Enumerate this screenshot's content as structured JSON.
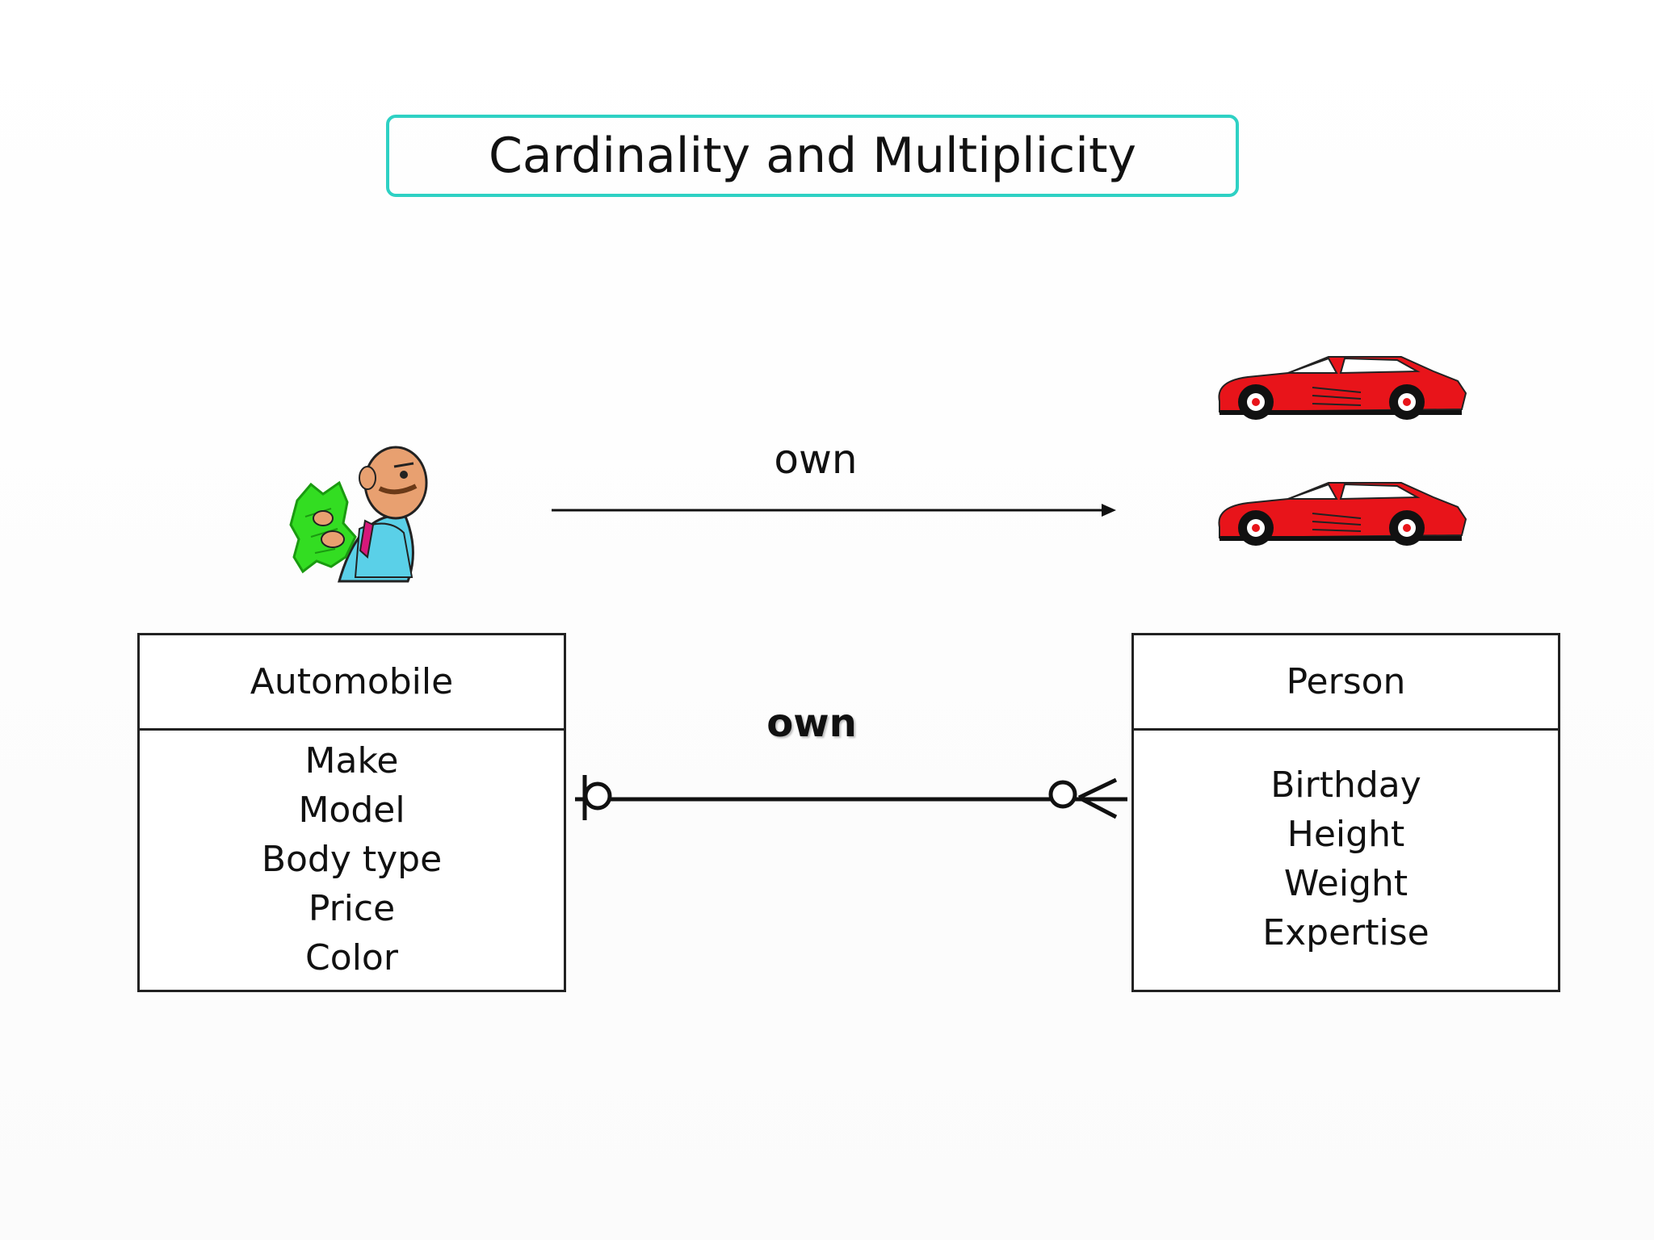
{
  "title": "Cardinality and Multiplicity",
  "relationship": {
    "top_label": "own",
    "er_label": "own"
  },
  "entities": {
    "automobile": {
      "name": "Automobile",
      "attributes": [
        "Make",
        "Model",
        "Body type",
        "Price",
        "Color"
      ]
    },
    "person": {
      "name": "Person",
      "attributes": [
        "Birthday",
        "Height",
        "Weight",
        "Expertise"
      ]
    }
  },
  "colors": {
    "title_border": "#2ed1c4",
    "car_body": "#e8141a",
    "money": "#33dd22",
    "shirt": "#5ad0e8"
  },
  "icons": [
    "person-with-money-icon",
    "red-sports-car-icon"
  ]
}
